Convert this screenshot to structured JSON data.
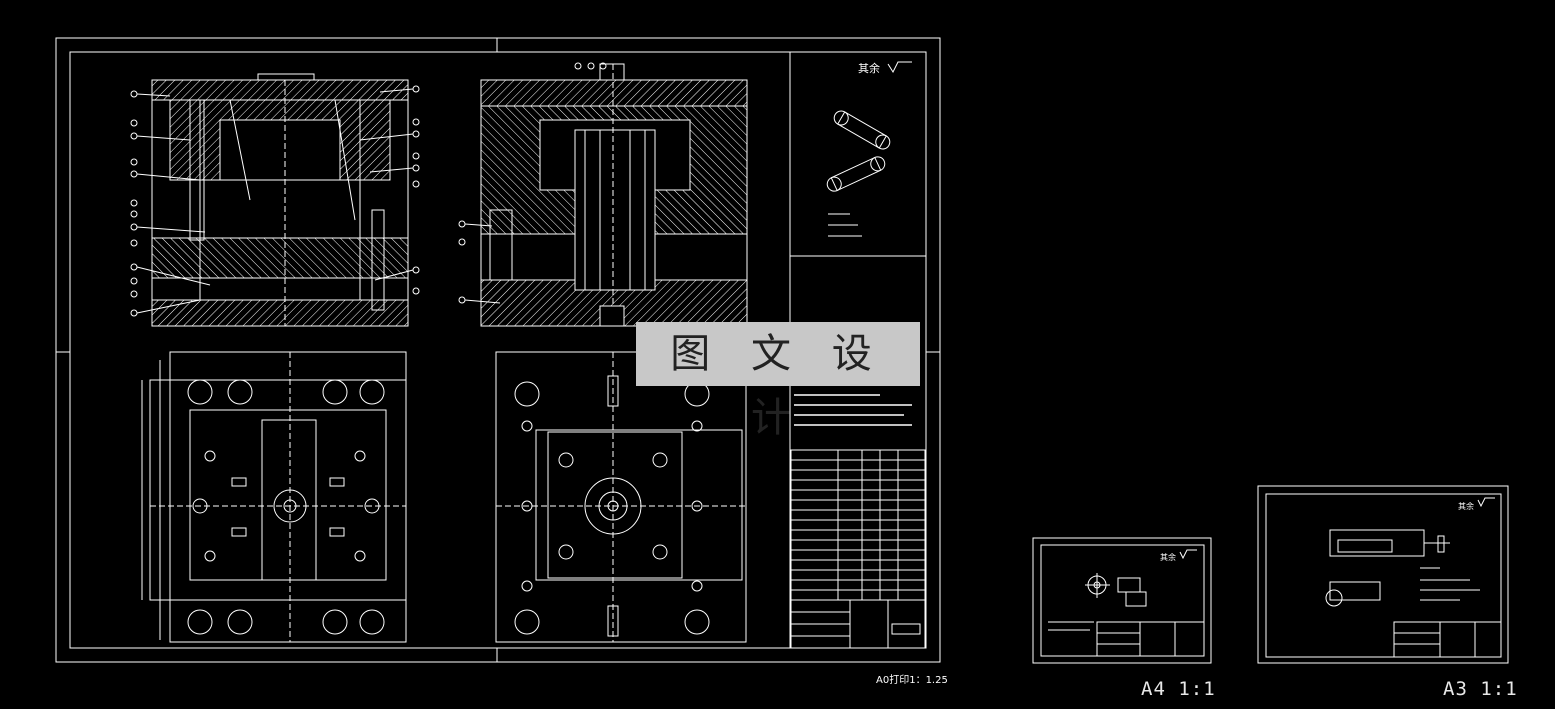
{
  "watermark": "图 文 设 计",
  "main_sheet": {
    "roughness_note": "其余",
    "scale_note": "A0打印1：1.25"
  },
  "thumbnails": [
    {
      "label": "A4 1:1",
      "roughness_note": "其余"
    },
    {
      "label": "A3 1:1",
      "roughness_note": "其余"
    }
  ],
  "colors": {
    "background": "#000000",
    "line": "#ffffff",
    "watermark_bg": "#c8c8c8"
  }
}
